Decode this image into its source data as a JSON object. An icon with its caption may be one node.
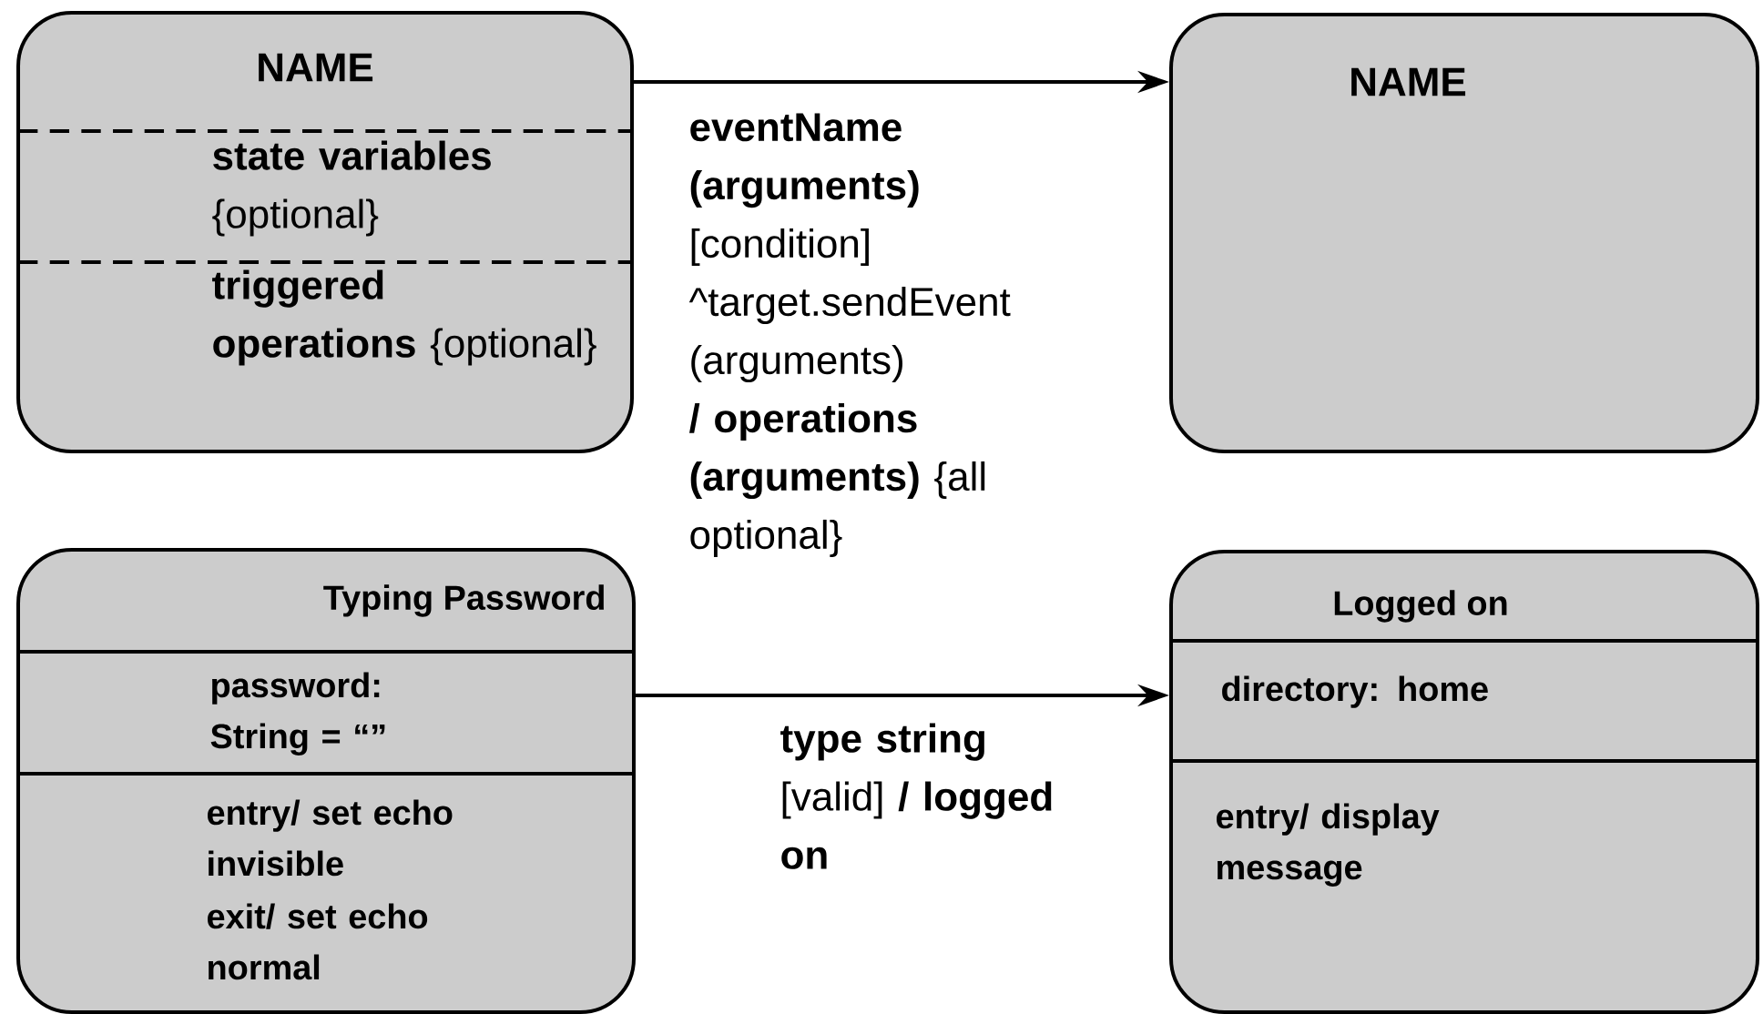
{
  "diagram": {
    "nodes": [
      {
        "text": [
          "NAME",
          "**state variables** {optional}",
          "**triggered operations** {optional}"
        ]
      },
      {
        "text": [
          "NAME"
        ]
      },
      {
        "text": [
          "Typing Password",
          "password: String = “”",
          "entry/ set echo invisible",
          "exit/ set echo normal"
        ]
      },
      {
        "text": [
          "Logged on",
          "directory: home",
          "entry/ display message"
        ]
      }
    ],
    "edges": [
      {
        "from": 0,
        "to": 1,
        "arrow": "to",
        "label": "**eventName (arguments)** [condition] ^target.sendEvent (arguments) **/ operations (arguments)** {all optional}"
      },
      {
        "from": 2,
        "to": 3,
        "arrow": "to",
        "label": "**type string** [valid] **/ logged on**"
      }
    ]
  }
}
